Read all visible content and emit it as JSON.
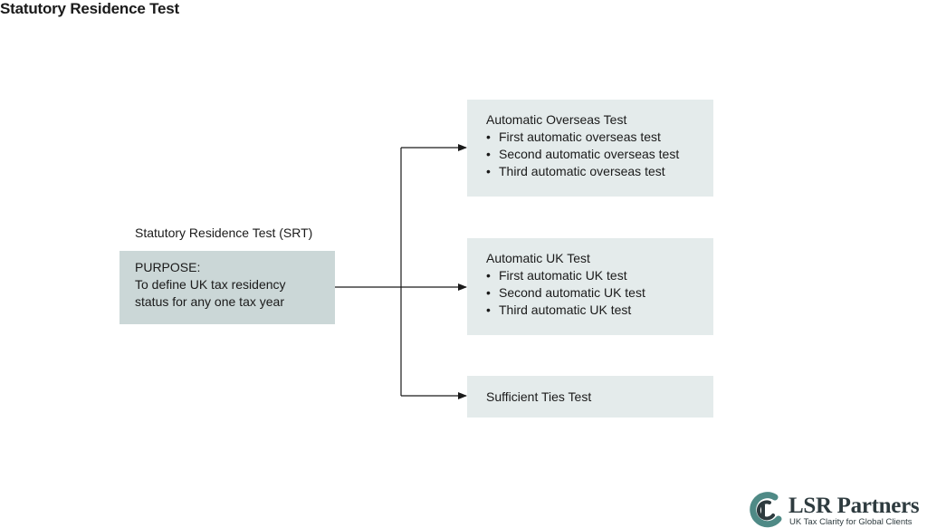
{
  "page_title": "Statutory Residence Test",
  "srt": {
    "label": "Statutory Residence Test (SRT)",
    "purpose_heading": "PURPOSE:",
    "purpose_line1": "To define UK tax residency",
    "purpose_line2": "status for any one tax year"
  },
  "tests": {
    "overseas": {
      "title": "Automatic Overseas Test",
      "items": [
        "First automatic overseas test",
        "Second automatic overseas test",
        "Third automatic overseas test"
      ]
    },
    "uk": {
      "title": "Automatic UK Test",
      "items": [
        "First automatic UK test",
        "Second automatic UK test",
        "Third automatic UK test"
      ]
    },
    "ties": {
      "title": "Sufficient Ties Test"
    }
  },
  "logo": {
    "name": "LSR Partners",
    "tagline": "UK Tax Clarity for Global Clients",
    "icon": "lsr-logo-mark-icon"
  },
  "colors": {
    "purpose_box": "#cbd7d7",
    "test_box": "#e4ebeb",
    "connector": "#1a1a1a",
    "logo_dark": "#2e3b3f",
    "logo_accent": "#4f8a86"
  }
}
